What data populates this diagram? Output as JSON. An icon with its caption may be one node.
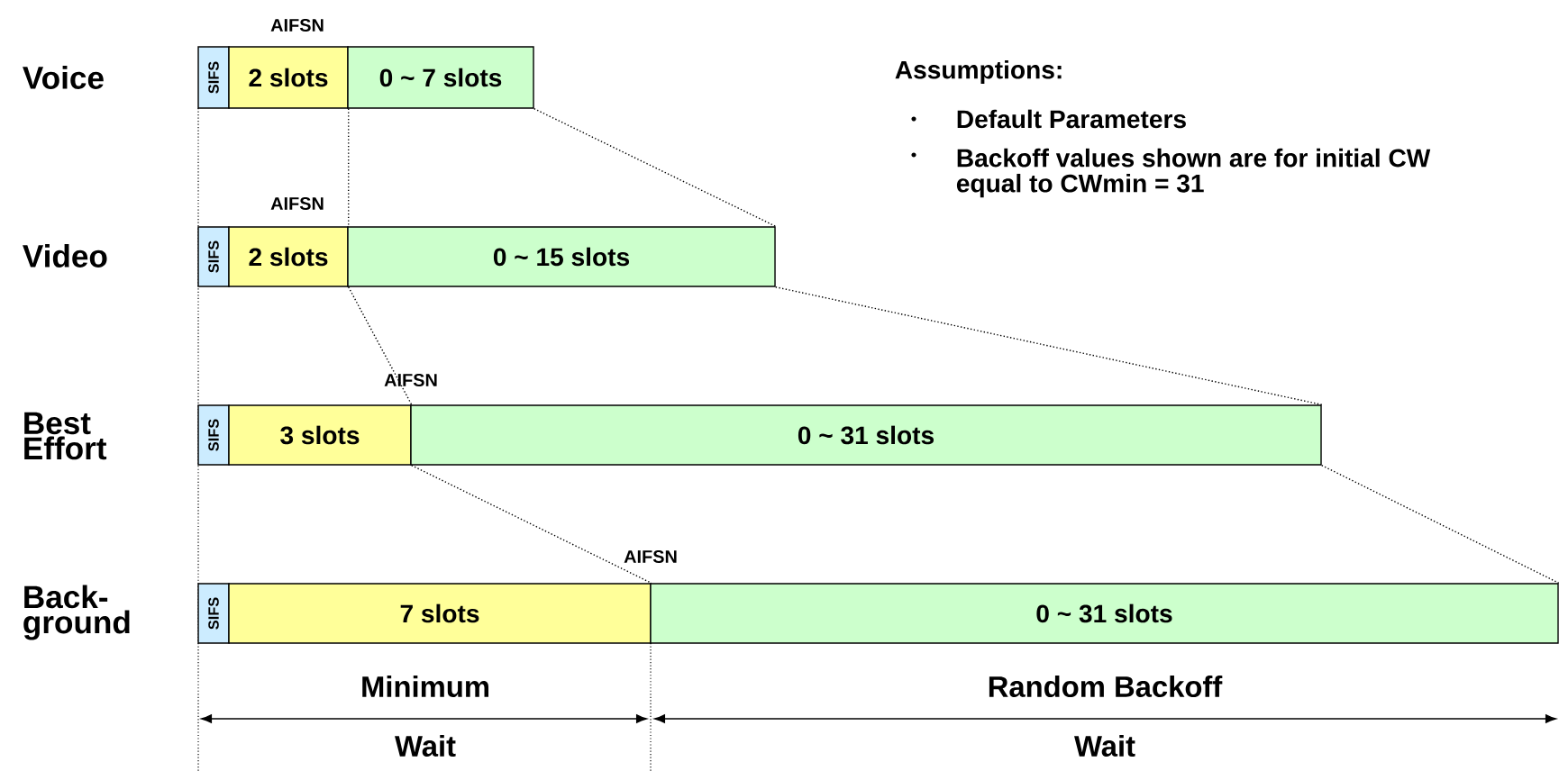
{
  "diagram": {
    "nodes": [
      {
        "text": [
          "SIFS"
        ]
      },
      {
        "text": [
          "2 slots"
        ]
      },
      {
        "text": [
          "0 ~ 7 slots"
        ]
      },
      {
        "text": [
          "SIFS"
        ]
      },
      {
        "text": [
          "2 slots"
        ]
      },
      {
        "text": [
          "0 ~ 15 slots"
        ]
      },
      {
        "text": [
          "SIFS"
        ]
      },
      {
        "text": [
          "3 slots"
        ]
      },
      {
        "text": [
          "0 ~ 31 slots"
        ]
      },
      {
        "text": [
          "SIFS"
        ]
      },
      {
        "text": [
          "7 slots"
        ]
      },
      {
        "text": [
          "0 ~ 31 slots"
        ]
      }
    ],
    "edges": [
      {
        "from": 1,
        "to": 4,
        "arrow": "none",
        "style": "dashed"
      },
      {
        "from": 2,
        "to": 5,
        "arrow": "none",
        "style": "dashed"
      },
      {
        "from": 4,
        "to": 7,
        "arrow": "none",
        "style": "dashed"
      },
      {
        "from": 5,
        "to": 8,
        "arrow": "none",
        "style": "dashed"
      },
      {
        "from": 7,
        "to": 10,
        "arrow": "none",
        "style": "dashed"
      },
      {
        "from": 8,
        "to": 11,
        "arrow": "none",
        "style": "dashed"
      }
    ],
    "labels": [
      "AIFSN",
      "Voice",
      "Assumptions:",
      "Default Parameters",
      "Backoff values shown are for initial CW equal to CWmin = 31",
      "AIFSN",
      "Video",
      "AIFSN",
      "Best Effort",
      "AIFSN",
      "Back- ground",
      "Minimum",
      "Wait",
      "Random Backoff",
      "Wait"
    ]
  }
}
